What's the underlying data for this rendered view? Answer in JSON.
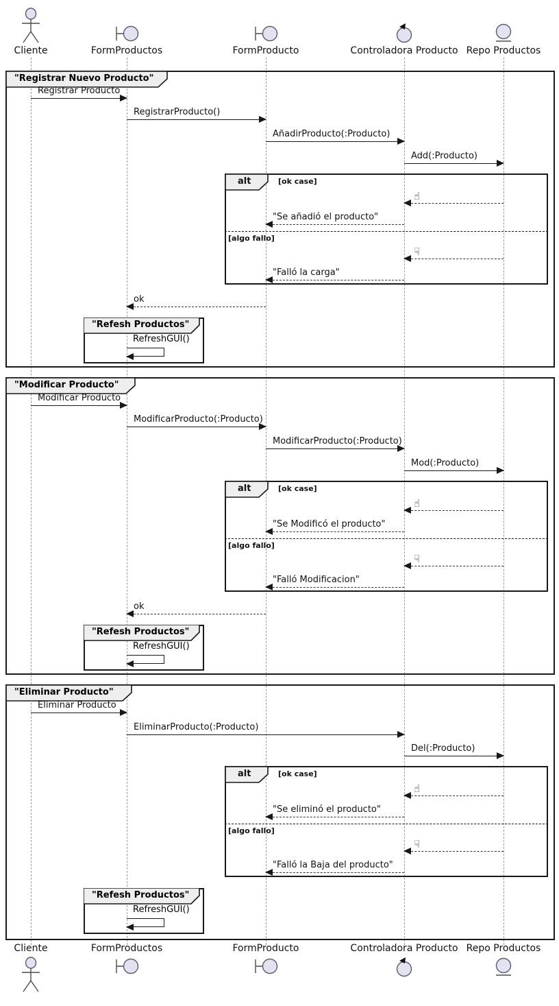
{
  "diagram": {
    "participants": [
      {
        "label": "Cliente",
        "type": "actor"
      },
      {
        "label": "FormProductos",
        "type": "boundary"
      },
      {
        "label": "FormProducto",
        "type": "boundary"
      },
      {
        "label": "Controladora Producto",
        "type": "control"
      },
      {
        "label": "Repo Productos",
        "type": "entity"
      }
    ],
    "common": {
      "alt_keyword": "alt",
      "ok_guard": "[ok case]",
      "fail_guard": "[algo fallo]",
      "return_ok": "ok",
      "refresh_title": "\"Refesh Productos\"",
      "refresh_message": "RefreshGUI()",
      "thumb_up": "☝",
      "thumb_down": "☟"
    },
    "frames": [
      {
        "title": "\"Registrar Nuevo Producto\"",
        "messages": [
          "Registrar Producto",
          "RegistrarProducto()",
          "AñadirProducto(:Producto)",
          "Add(:Producto)"
        ],
        "ok_reply": "\"Se añadió el producto\"",
        "fail_reply": "\"Falló la carga\""
      },
      {
        "title": "\"Modificar Producto\"",
        "messages": [
          "Modificar Producto",
          "ModificarProducto(:Producto)",
          "ModificarProducto(:Producto)",
          "Mod(:Producto)"
        ],
        "ok_reply": "\"Se Modificó el producto\"",
        "fail_reply": "\"Falló Modificacion\""
      },
      {
        "title": "\"Eliminar Producto\"",
        "messages": [
          "Eliminar Producto",
          "EliminarProducto(:Producto)",
          "Del(:Producto)"
        ],
        "ok_reply": "\"Se eliminó el producto\"",
        "fail_reply": "\"Falló la Baja del producto\""
      }
    ],
    "colors": {
      "participant_fill": "#E2E2F0",
      "frame_header_fill": "#EEEEEE",
      "line": "#181818"
    }
  }
}
